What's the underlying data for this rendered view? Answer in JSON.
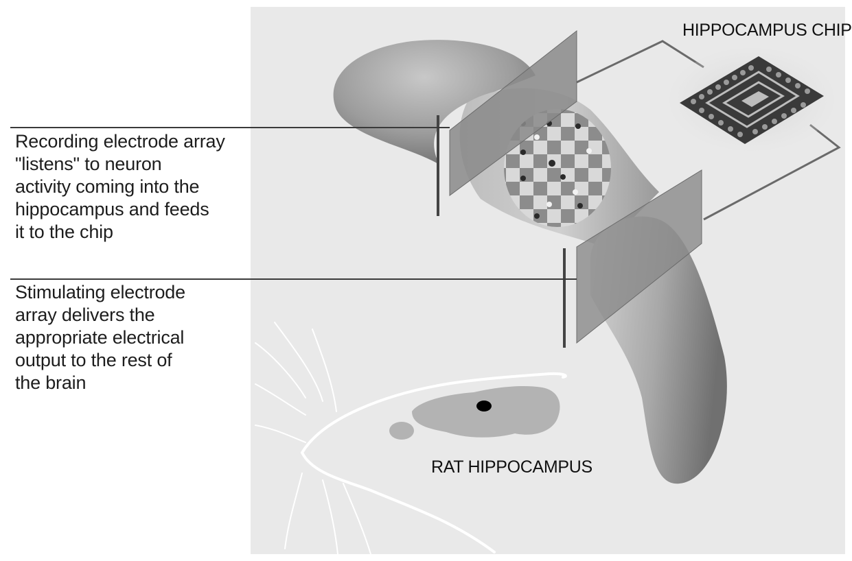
{
  "labels": {
    "chip": "HIPPOCAMPUS CHIP",
    "rat": "RAT HIPPOCAMPUS"
  },
  "captions": {
    "recording": [
      "Recording electrode array",
      "\"listens\" to neuron",
      "activity coming into the",
      "hippocampus and feeds",
      "it to the chip"
    ],
    "stimulating": [
      "Stimulating electrode",
      "array delivers the",
      "appropriate electrical",
      "output to the rest of",
      "the brain"
    ]
  },
  "colors": {
    "panel": "#e9e9e9",
    "tissue": "#9a9a9a",
    "electrode": "#7c7c7c",
    "chip": "#3a3a3a"
  }
}
